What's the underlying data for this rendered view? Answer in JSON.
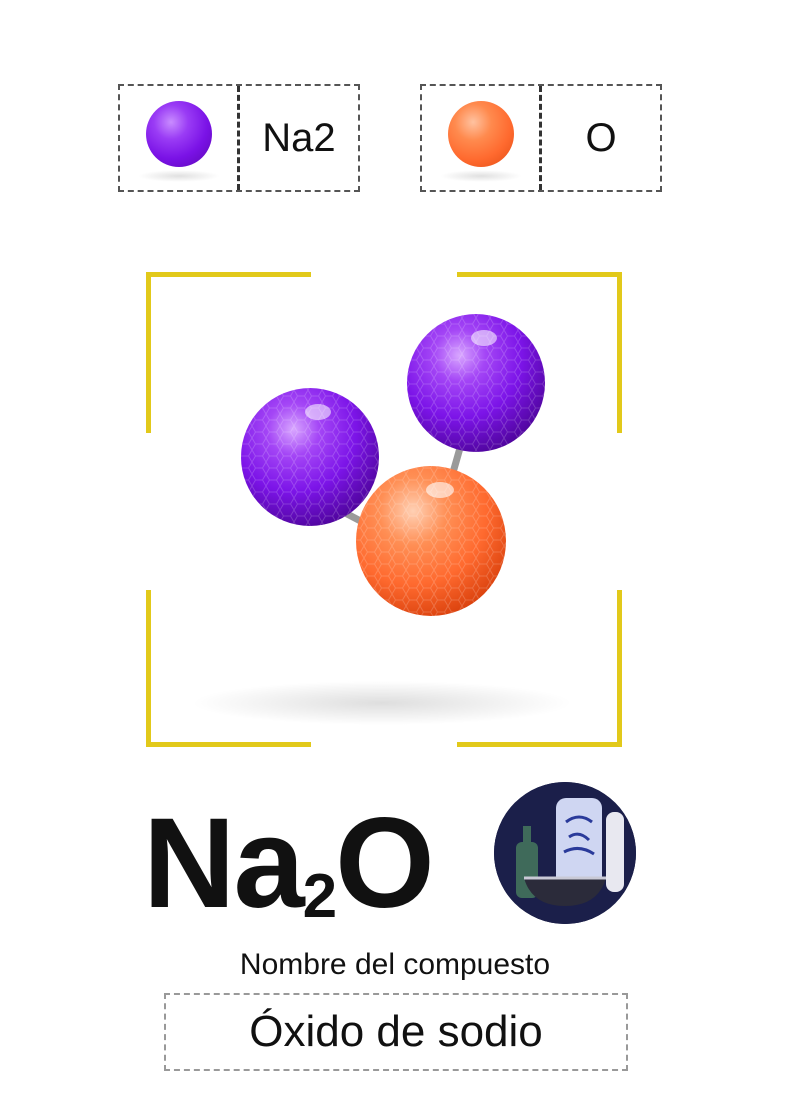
{
  "legend": [
    {
      "label": "Na2",
      "color": "#8a1ef0"
    },
    {
      "label": "O",
      "color": "#ff6a2f"
    }
  ],
  "formula": {
    "base": "Na",
    "sub": "2",
    "tail": "O"
  },
  "caption": "Nombre del compuesto",
  "compound_name": "Óxido de sodio",
  "colors": {
    "bracket": "#e2c91a",
    "sodium": "#8a1ef0",
    "oxygen": "#ff6a2f"
  }
}
